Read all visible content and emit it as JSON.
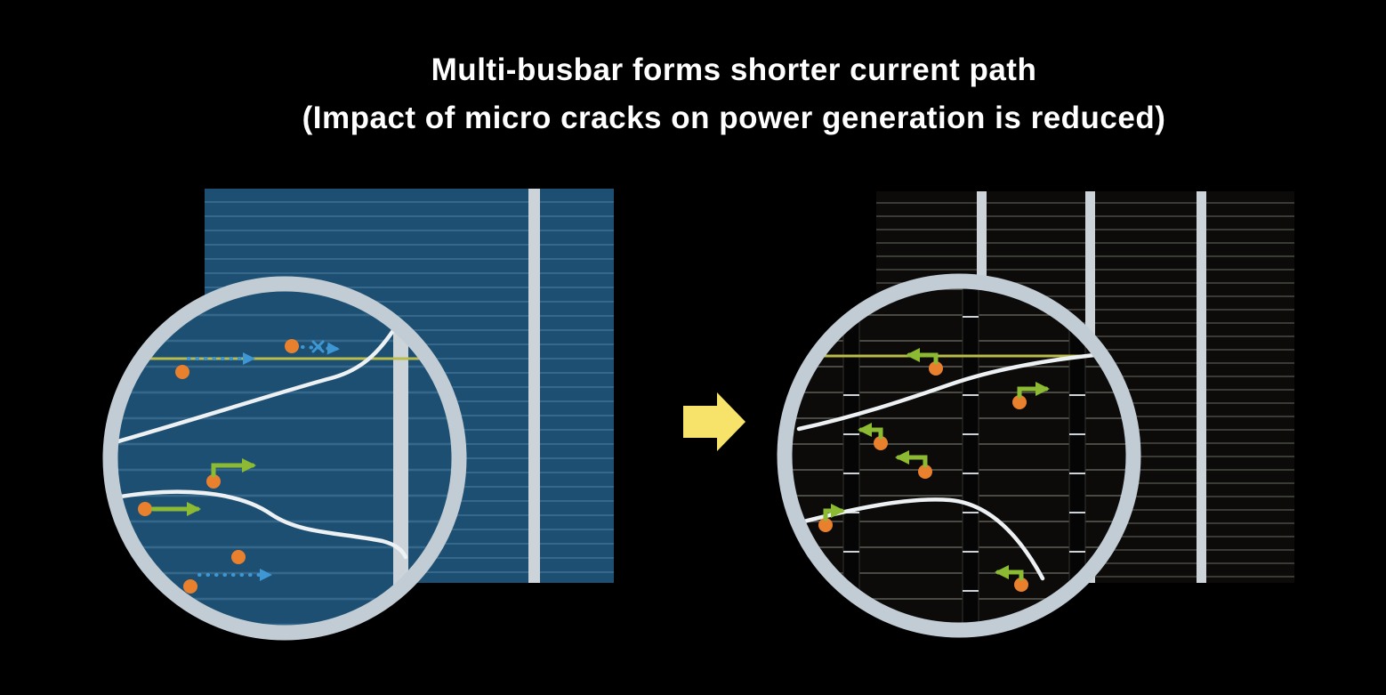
{
  "title": {
    "line1": "Multi-busbar forms shorter current path",
    "line2": "(Impact of micro cracks on power generation is reduced)"
  },
  "icons": {
    "transition_arrow": "right-block-arrow",
    "blocked_path_marker": "x-mark",
    "electron": "orange-dot",
    "magnifier": "zoom-circle"
  },
  "colors": {
    "background": "#000000",
    "title_text": "#ffffff",
    "left_cell": "#1d4f72",
    "left_cell_fingers": "#35688a",
    "right_cell": "#0c0b09",
    "right_cell_fingers": "#4a4a45",
    "busbar": "#ccd4da",
    "magnifier_ring": "#c2ccd4",
    "crack": "#eef1f3",
    "electron_dot": "#e8802d",
    "short_path_arrow": "#8cbb33",
    "long_path_arrow": "#3e97d3",
    "highlight_finger": "#b9bc4a",
    "transition_arrow": "#f7e36a"
  }
}
